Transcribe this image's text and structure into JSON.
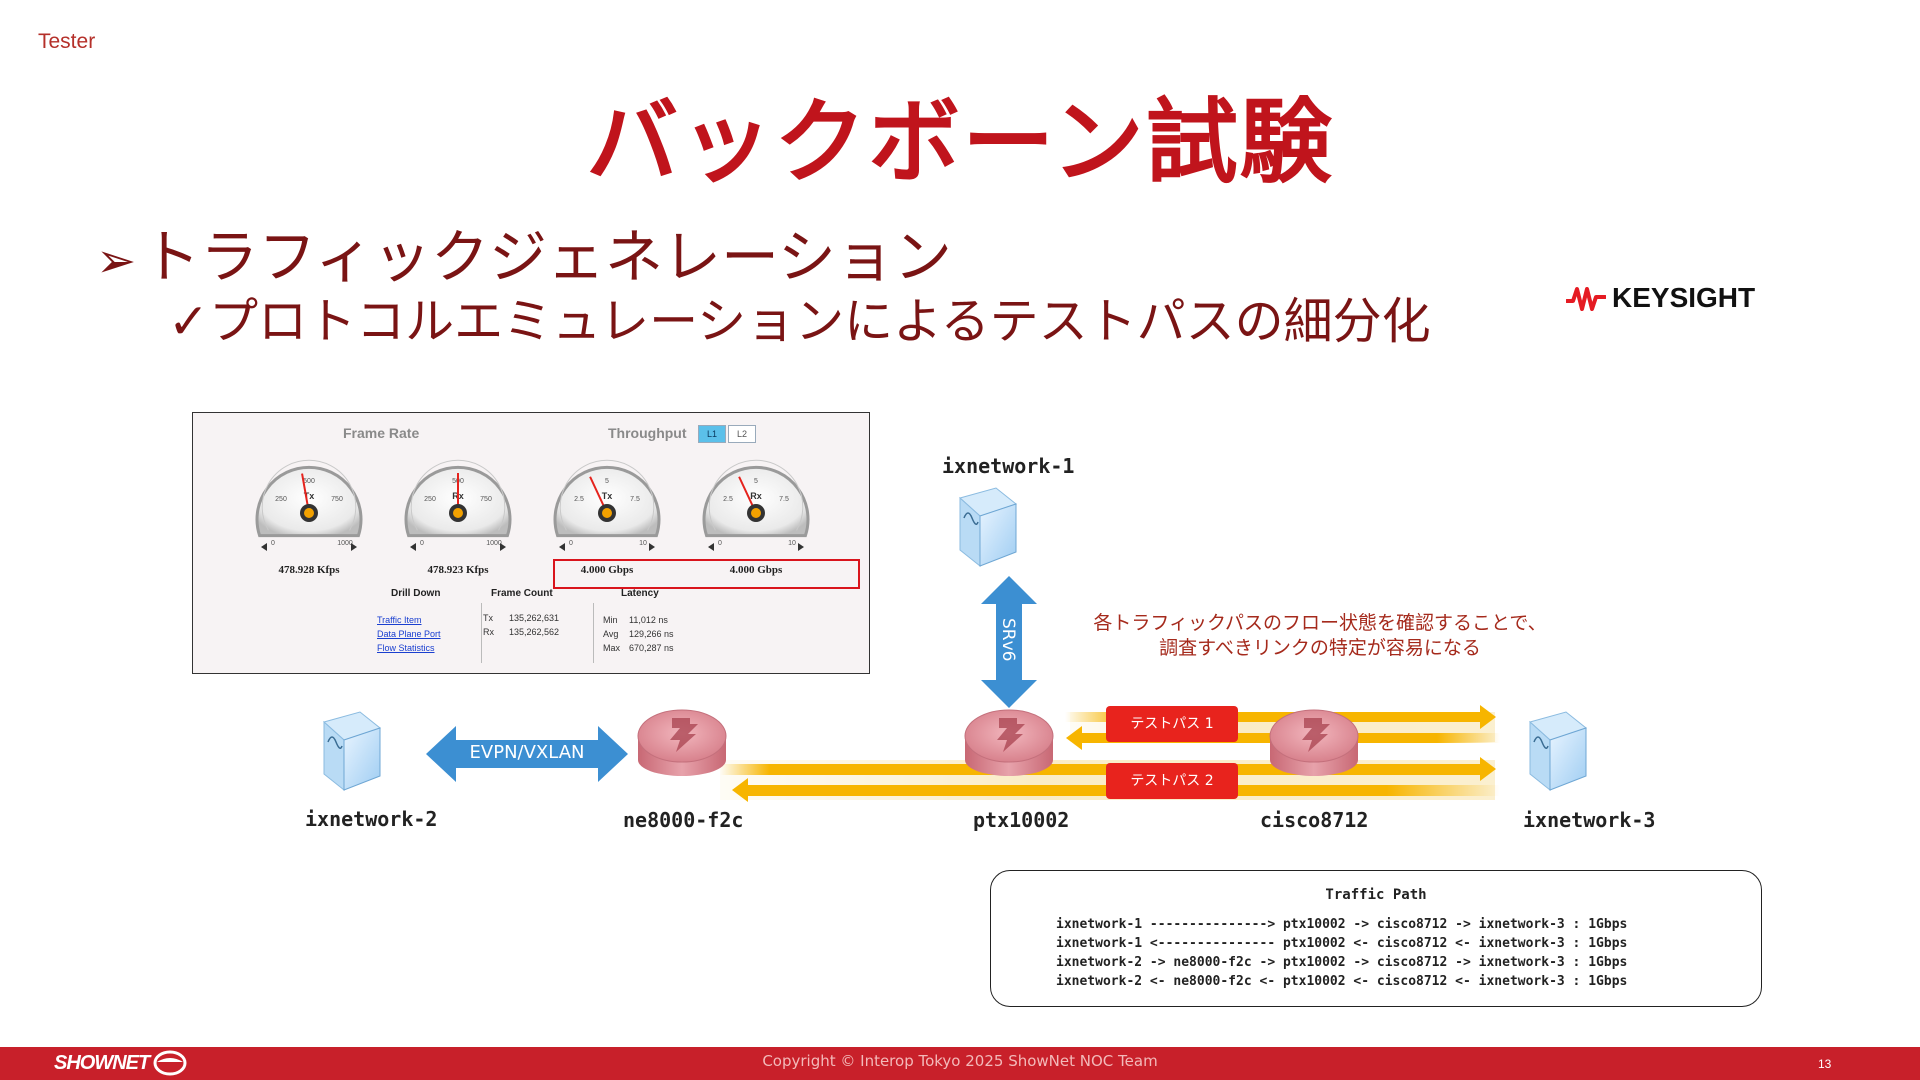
{
  "header": {
    "tag": "Tester",
    "title": "バックボーン試験",
    "bullet_marker": "➢",
    "bullet": "トラフィックジェネレーション",
    "check_marker": "✓",
    "sub_bullet": "プロトコルエミュレーションによるテストパスの細分化",
    "vendor_logo": "KEYSIGHT"
  },
  "dashboard": {
    "frame_rate_title": "Frame Rate",
    "throughput_title": "Throughput",
    "layer_buttons": [
      "L1",
      "L2"
    ],
    "gauges": [
      {
        "label": "Tx",
        "value": "478.928 Kfps",
        "ticks": [
          "0",
          "250",
          "500",
          "750",
          "1000"
        ]
      },
      {
        "label": "Rx",
        "value": "478.923 Kfps",
        "ticks": [
          "0",
          "250",
          "500",
          "750",
          "1000"
        ]
      },
      {
        "label": "Tx",
        "value": "4.000 Gbps",
        "ticks": [
          "0",
          "2.5",
          "5",
          "7.5",
          "10"
        ]
      },
      {
        "label": "Rx",
        "value": "4.000 Gbps",
        "ticks": [
          "0",
          "2.5",
          "5",
          "7.5",
          "10"
        ]
      }
    ],
    "drill_down": {
      "title": "Drill Down",
      "links": [
        "Traffic Item",
        "Data Plane Port",
        "Flow Statistics"
      ]
    },
    "frame_count": {
      "title": "Frame Count",
      "rows": [
        {
          "k": "Tx",
          "v": "135,262,631"
        },
        {
          "k": "Rx",
          "v": "135,262,562"
        }
      ]
    },
    "latency": {
      "title": "Latency",
      "rows": [
        {
          "k": "Min",
          "v": "11,012 ns"
        },
        {
          "k": "Avg",
          "v": "129,266 ns"
        },
        {
          "k": "Max",
          "v": "670,287 ns"
        }
      ]
    }
  },
  "diagram": {
    "nodes": {
      "ixnetwork1": "ixnetwork-1",
      "ixnetwork2": "ixnetwork-2",
      "ixnetwork3": "ixnetwork-3",
      "ne8000": "ne8000-f2c",
      "ptx": "ptx10002",
      "cisco": "cisco8712"
    },
    "links": {
      "evpn": "EVPN/VXLAN",
      "srv6": "SRv6"
    },
    "paths": [
      "テストパス 1",
      "テストパス 2"
    ],
    "note_line1": "各トラフィックパスのフロー状態を確認することで、",
    "note_line2": "調査すべきリンクの特定が容易になる"
  },
  "traffic_path": {
    "title": "Traffic Path",
    "lines": [
      "ixnetwork-1 ---------------> ptx10002 -> cisco8712 -> ixnetwork-3 : 1Gbps",
      "ixnetwork-1 <--------------- ptx10002 <- cisco8712 <- ixnetwork-3 : 1Gbps",
      "ixnetwork-2 -> ne8000-f2c -> ptx10002 -> cisco8712 -> ixnetwork-3 : 1Gbps",
      "ixnetwork-2 <- ne8000-f2c <- ptx10002 <- cisco8712 <- ixnetwork-3 : 1Gbps"
    ]
  },
  "footer": {
    "brand": "SHOWNET",
    "copyright": "Copyright © Interop Tokyo 2025 ShowNet NOC Team",
    "page": "13"
  }
}
